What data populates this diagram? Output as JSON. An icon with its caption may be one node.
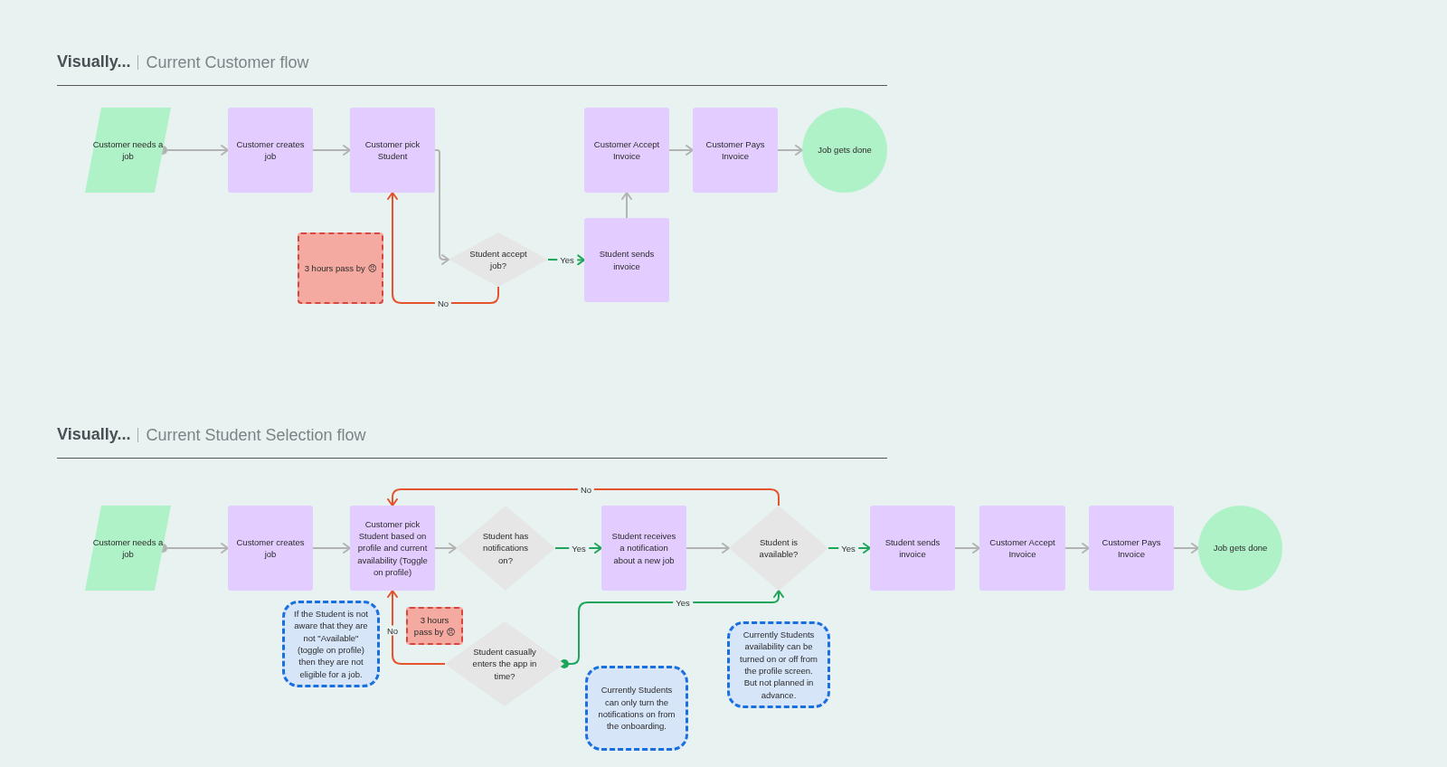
{
  "diagram": {
    "nodes": [
      {
        "text": [
          "Customer needs a job"
        ]
      },
      {
        "text": [
          "Customer creates job"
        ]
      },
      {
        "text": [
          "Customer pick Student"
        ]
      },
      {
        "text": [
          "Student accept job?"
        ]
      },
      {
        "text": [
          "3 hours pass by 😠"
        ]
      },
      {
        "text": [
          "Student sends invoice"
        ]
      },
      {
        "text": [
          "Customer Accept Invoice"
        ]
      },
      {
        "text": [
          "Customer Pays Invoice"
        ]
      },
      {
        "text": [
          "Job gets done"
        ]
      },
      {
        "text": [
          "Customer needs a job"
        ]
      },
      {
        "text": [
          "Customer creates job"
        ]
      },
      {
        "text": [
          "Customer pick Student based on profile and current availability (Toggle on profile)"
        ]
      },
      {
        "text": [
          "Student has notifications on?"
        ]
      },
      {
        "text": [
          "Student receives a notification about a new job"
        ]
      },
      {
        "text": [
          "Student is available?"
        ]
      },
      {
        "text": [
          "Student sends invoice"
        ]
      },
      {
        "text": [
          "Customer Accept Invoice"
        ]
      },
      {
        "text": [
          "Customer Pays Invoice"
        ]
      },
      {
        "text": [
          "Job gets done"
        ]
      },
      {
        "text": [
          "Student casually enters the app in time?"
        ]
      },
      {
        "text": [
          "3 hours pass by 😠"
        ]
      },
      {
        "text": [
          "If the Student is not aware that they are not \"Available\" (toggle on profile) then they are not eligible for a job."
        ]
      },
      {
        "text": [
          "Currently Students can only turn the notifications on from the onboarding."
        ]
      },
      {
        "text": [
          "Currently Students availability can be turned on or off from the profile screen. But not planned in advance."
        ]
      }
    ],
    "edges": [
      {
        "from": 0,
        "to": 1,
        "arrow": "to"
      },
      {
        "from": 1,
        "to": 2,
        "arrow": "to"
      },
      {
        "from": 2,
        "to": 3,
        "arrow": "to"
      },
      {
        "from": 3,
        "to": 5,
        "arrow": "to",
        "label": "Yes",
        "color": "#1fa55a"
      },
      {
        "from": 3,
        "to": 2,
        "arrow": "to",
        "label": "No",
        "color": "#e5532d"
      },
      {
        "from": 5,
        "to": 6,
        "arrow": "to"
      },
      {
        "from": 6,
        "to": 7,
        "arrow": "to"
      },
      {
        "from": 7,
        "to": 8,
        "arrow": "to"
      },
      {
        "from": 9,
        "to": 10,
        "arrow": "to"
      },
      {
        "from": 10,
        "to": 11,
        "arrow": "to"
      },
      {
        "from": 11,
        "to": 12,
        "arrow": "to"
      },
      {
        "from": 12,
        "to": 13,
        "arrow": "to",
        "label": "Yes",
        "color": "#1fa55a"
      },
      {
        "from": 13,
        "to": 14,
        "arrow": "to"
      },
      {
        "from": 14,
        "to": 15,
        "arrow": "to",
        "label": "Yes",
        "color": "#1fa55a"
      },
      {
        "from": 15,
        "to": 16,
        "arrow": "to"
      },
      {
        "from": 16,
        "to": 17,
        "arrow": "to"
      },
      {
        "from": 17,
        "to": 18,
        "arrow": "to"
      },
      {
        "from": 14,
        "to": 11,
        "arrow": "to",
        "label": "No",
        "color": "#e5532d"
      },
      {
        "from": 19,
        "to": 11,
        "arrow": "to",
        "label": "No",
        "color": "#e5532d"
      },
      {
        "from": 19,
        "to": 14,
        "arrow": "to",
        "label": "Yes",
        "color": "#1fa55a"
      }
    ],
    "labels": [
      "Visually...",
      "Current Customer flow",
      "Visually...",
      "Current Student Selection flow"
    ]
  }
}
